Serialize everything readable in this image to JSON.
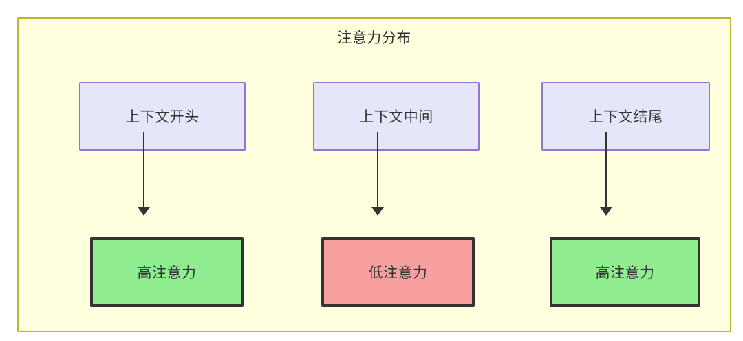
{
  "diagram": {
    "title": "注意力分布",
    "container": {
      "fill": "#ffffe0",
      "stroke": "#bfb42f"
    },
    "columns": [
      {
        "id": "context-start",
        "context": {
          "label": "上下文开头",
          "fill": "#e6e6fa",
          "stroke": "#9673d3"
        },
        "attention": {
          "label": "高注意力",
          "level": "high",
          "fill": "#90ee90",
          "stroke": "#333333"
        },
        "edge": {
          "type": "arrow-down",
          "color": "#333333"
        }
      },
      {
        "id": "context-middle",
        "context": {
          "label": "上下文中间",
          "fill": "#e6e6fa",
          "stroke": "#9673d3"
        },
        "attention": {
          "label": "低注意力",
          "level": "low",
          "fill": "#f8a0a0",
          "stroke": "#333333"
        },
        "edge": {
          "type": "arrow-down",
          "color": "#333333"
        }
      },
      {
        "id": "context-end",
        "context": {
          "label": "上下文结尾",
          "fill": "#e6e6fa",
          "stroke": "#9673d3"
        },
        "attention": {
          "label": "高注意力",
          "level": "high",
          "fill": "#90ee90",
          "stroke": "#333333"
        },
        "edge": {
          "type": "arrow-down",
          "color": "#333333"
        }
      }
    ]
  }
}
